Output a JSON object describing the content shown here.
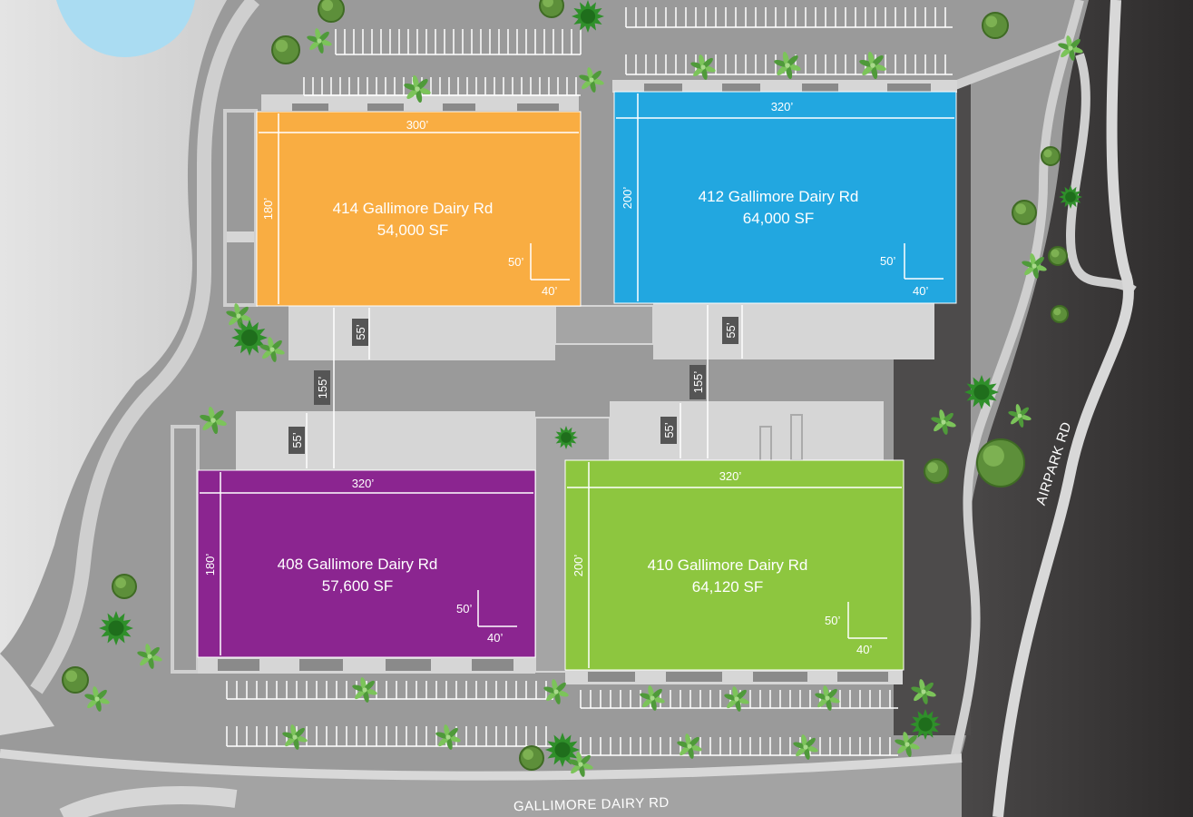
{
  "roads": {
    "south": "GALLIMORE DAIRY RD",
    "east": "AIRPARK RD"
  },
  "buildings": [
    {
      "id": "b414",
      "address": "414 Gallimore Dairy Rd",
      "area": "54,000 SF",
      "width": "300’",
      "depth": "180’",
      "bay_v": "50’",
      "bay_h": "40’",
      "color": "#f9ad42"
    },
    {
      "id": "b412",
      "address": "412 Gallimore Dairy Rd",
      "area": "64,000 SF",
      "width": "320’",
      "depth": "200’",
      "bay_v": "50’",
      "bay_h": "40’",
      "color": "#22a7e0"
    },
    {
      "id": "b408",
      "address": "408 Gallimore Dairy Rd",
      "area": "57,600 SF",
      "width": "320’",
      "depth": "180’",
      "bay_v": "50’",
      "bay_h": "40’",
      "color": "#8b2590"
    },
    {
      "id": "b410",
      "address": "410 Gallimore Dairy Rd",
      "area": "64,120 SF",
      "width": "320’",
      "depth": "200’",
      "bay_v": "50’",
      "bay_h": "40’",
      "color": "#8dc63f"
    }
  ],
  "spacing": {
    "court_north_west": "55’",
    "court_north_east": "55’",
    "gap_west": "155’",
    "gap_east": "155’",
    "court_south_west": "55’",
    "court_south_east": "55’"
  },
  "colors": {
    "lot": "#9a9a9a",
    "pavement_light": "#d3d3d3",
    "road_dark": "#3a3a3a",
    "water": "#aadcf2",
    "tree_green": "#3d8b2b"
  }
}
